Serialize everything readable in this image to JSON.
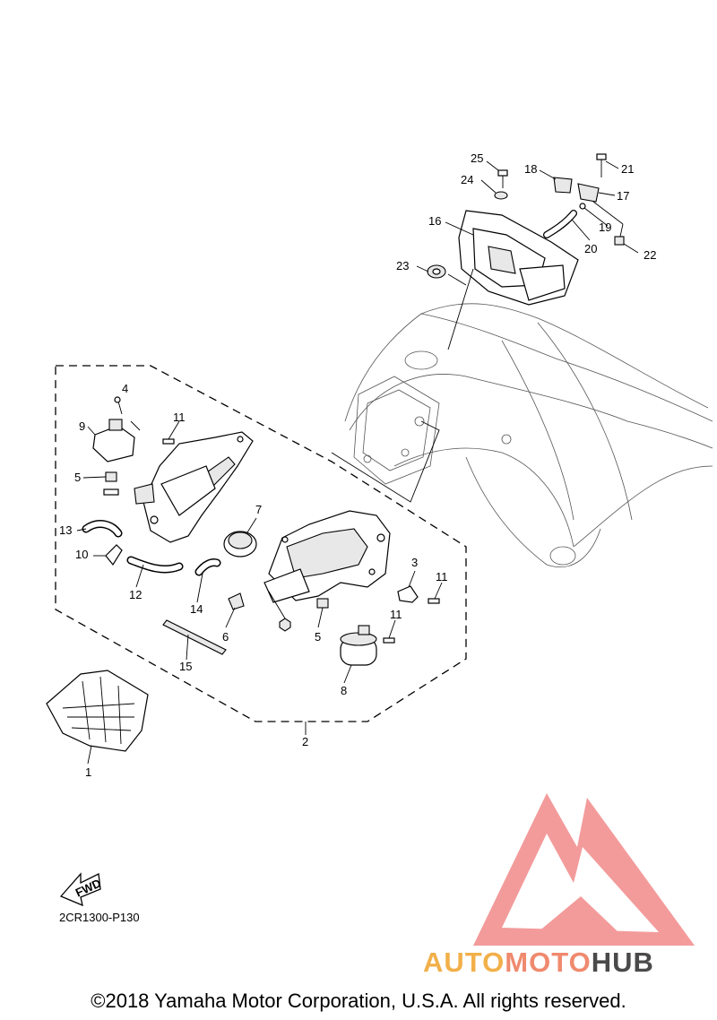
{
  "diagram": {
    "code": "2CR1300-P130",
    "fwd_label": "FWD",
    "copyright": "©2018 Yamaha Motor Corporation, U.S.A. All rights reserved.",
    "watermark": {
      "brand_parts": [
        "AUTO",
        "MOTO",
        "HUB"
      ],
      "logo_color": "#f07a7a"
    },
    "part_numbers": [
      "1",
      "2",
      "3",
      "4",
      "5",
      "5",
      "6",
      "7",
      "8",
      "9",
      "10",
      "11",
      "11",
      "11",
      "12",
      "13",
      "14",
      "15",
      "16",
      "17",
      "18",
      "19",
      "20",
      "21",
      "22",
      "23",
      "24",
      "25"
    ]
  }
}
